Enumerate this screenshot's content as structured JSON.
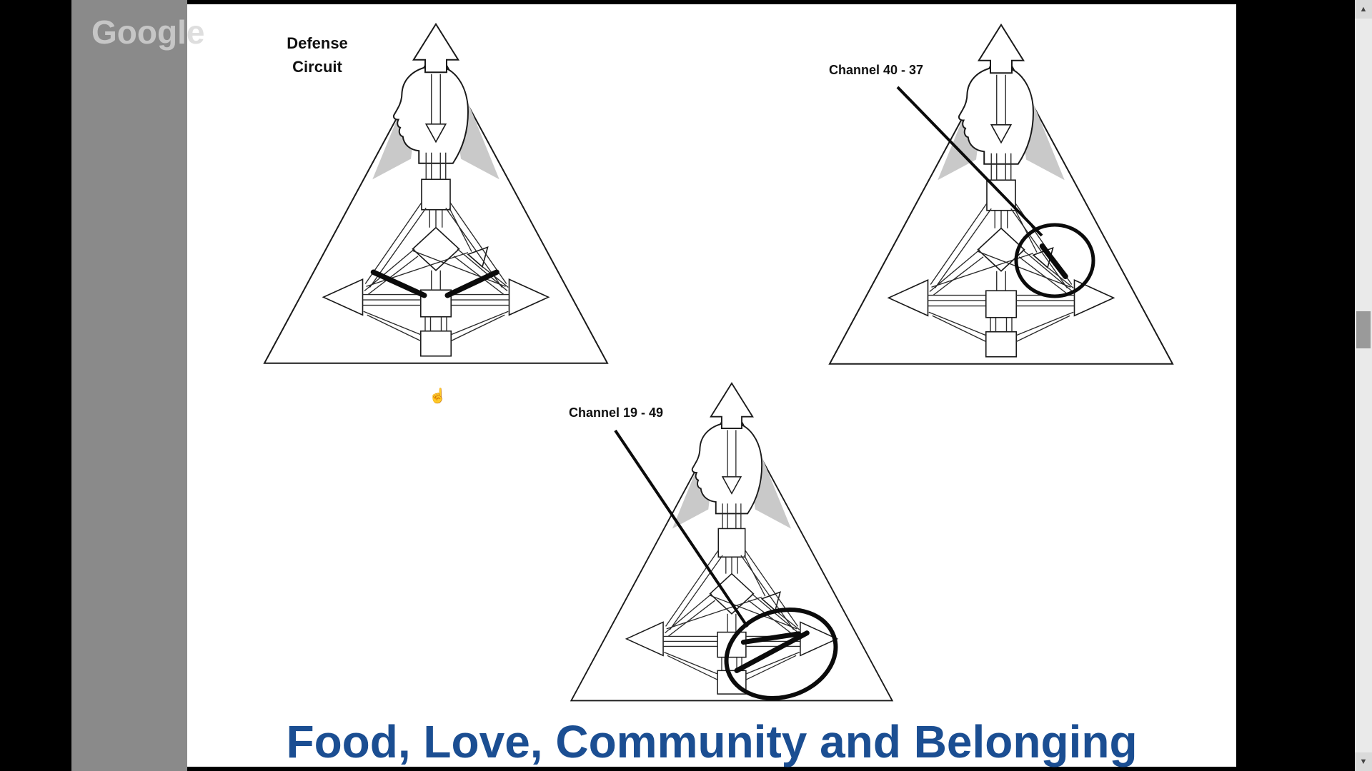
{
  "watermark": {
    "text": "Google"
  },
  "charts": [
    {
      "name": "defense-circuit-bodygraph",
      "label_line1": "Defense",
      "label_line2": "Circuit"
    },
    {
      "name": "channel-40-37-bodygraph",
      "label": "Channel 40 - 37"
    },
    {
      "name": "channel-19-49-bodygraph",
      "label": "Channel 19 - 49"
    }
  ],
  "title": {
    "text": "Food, Love, Community and Belonging",
    "color": "#1b4e92"
  },
  "scrollbar": {
    "up_arrow": "▲",
    "down_arrow": "▼"
  },
  "cursor": {
    "glyph": "☝"
  },
  "colors": {
    "letterbox": "#000000",
    "app_gray": "#8a8a8a",
    "page_bg": "#ffffff",
    "diagram_line": "#1a1a1a",
    "diagram_shading": "#c9c9c9",
    "annotation": "#0b0b0b"
  }
}
